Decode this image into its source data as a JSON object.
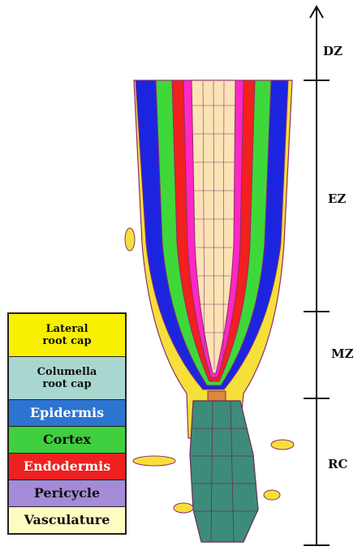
{
  "zones": [
    {
      "id": "dz",
      "label": "DZ"
    },
    {
      "id": "ez",
      "label": "EZ"
    },
    {
      "id": "mz",
      "label": "MZ"
    },
    {
      "id": "rc",
      "label": "RC"
    }
  ],
  "legend": [
    {
      "id": "lateral-root-cap",
      "label": "Lateral\nroot cap",
      "color": "#f7f000",
      "text_color": "#111111"
    },
    {
      "id": "columella-root-cap",
      "label": "Columella\nroot cap",
      "color": "#a9d7cf",
      "text_color": "#111111"
    },
    {
      "id": "epidermis",
      "label": "Epidermis",
      "color": "#2c74d0",
      "text_color": "#ffffff"
    },
    {
      "id": "cortex",
      "label": "Cortex",
      "color": "#3fcf3f",
      "text_color": "#111111"
    },
    {
      "id": "endodermis",
      "label": "Endodermis",
      "color": "#ef2020",
      "text_color": "#ffffff"
    },
    {
      "id": "pericycle",
      "label": "Pericycle",
      "color": "#a58ad8",
      "text_color": "#111111"
    },
    {
      "id": "vasculature",
      "label": "Vasculature",
      "color": "#fffcc2",
      "text_color": "#111111"
    }
  ],
  "colors": {
    "lateral_root_cap": "#f5df3a",
    "columella": "#3d8c79",
    "epidermis": "#1d24e0",
    "cortex": "#3fd83a",
    "endodermis": "#f2201e",
    "pericycle": "#ff28c6",
    "vasculature": "#fbe3b5",
    "cell_wall": "#8b2f6b",
    "qc": "#d98a3a"
  }
}
